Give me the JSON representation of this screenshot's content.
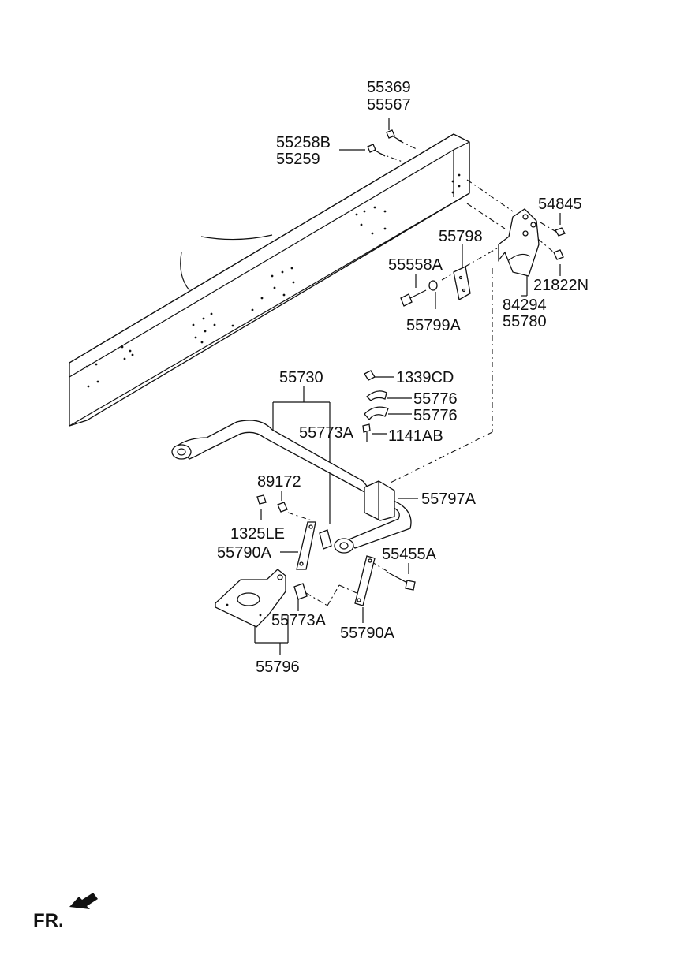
{
  "parts": {
    "p55369": "55369",
    "p55567": "55567",
    "p55258B": "55258B",
    "p55259": "55259",
    "p54845": "54845",
    "p55798": "55798",
    "p55558A": "55558A",
    "p21822N": "21822N",
    "p84294": "84294",
    "p55780": "55780",
    "p55799A": "55799A",
    "p55730": "55730",
    "p1339CD": "1339CD",
    "p55776a": "55776",
    "p55776b": "55776",
    "p55773A_top": "55773A",
    "p1141AB": "1141AB",
    "p89172": "89172",
    "p55797A": "55797A",
    "p1325LE": "1325LE",
    "p55790A_left": "55790A",
    "p55455A": "55455A",
    "p55773A_bottom": "55773A",
    "p55790A_right": "55790A",
    "p55796": "55796"
  },
  "direction_label": "FR.",
  "icons": {
    "front_arrow": "front-direction-arrow-icon"
  }
}
